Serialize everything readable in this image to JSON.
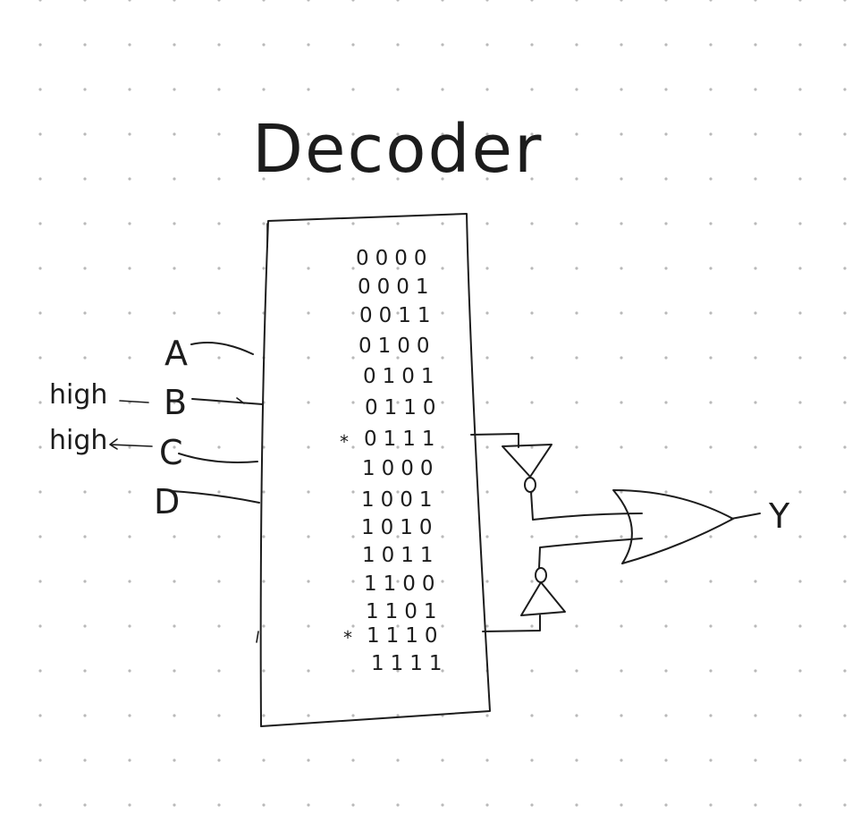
{
  "title": "Decoder",
  "truth_table": [
    "0000",
    "0001",
    "0011",
    "0100",
    "0101",
    "0110",
    "0111",
    "1000",
    "1001",
    "1010",
    "1011",
    "1100",
    "1101",
    "1110",
    "1111"
  ],
  "marker": "*",
  "inputs": {
    "a": "A",
    "b": "B",
    "c": "C",
    "d": "D"
  },
  "input_notes": {
    "b": "high",
    "c": "high"
  },
  "output_label": "Y"
}
